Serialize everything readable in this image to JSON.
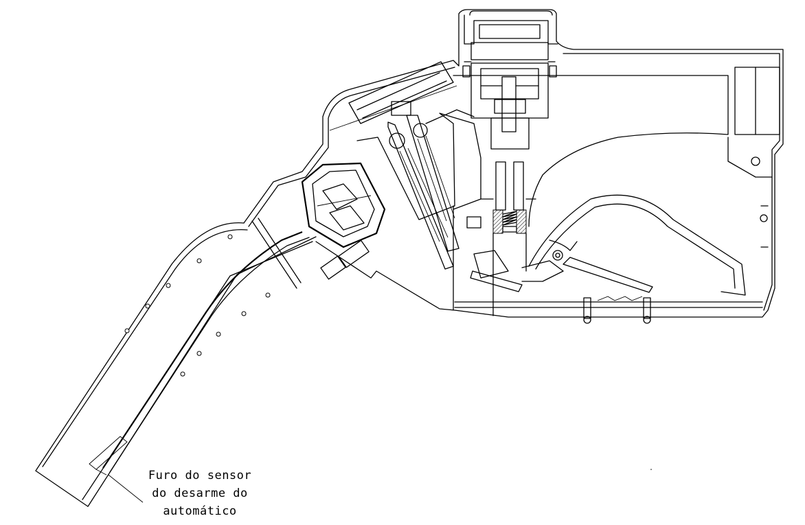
{
  "annotation": {
    "lines": [
      "Furo do sensor",
      "do desarme do",
      "automático"
    ]
  }
}
